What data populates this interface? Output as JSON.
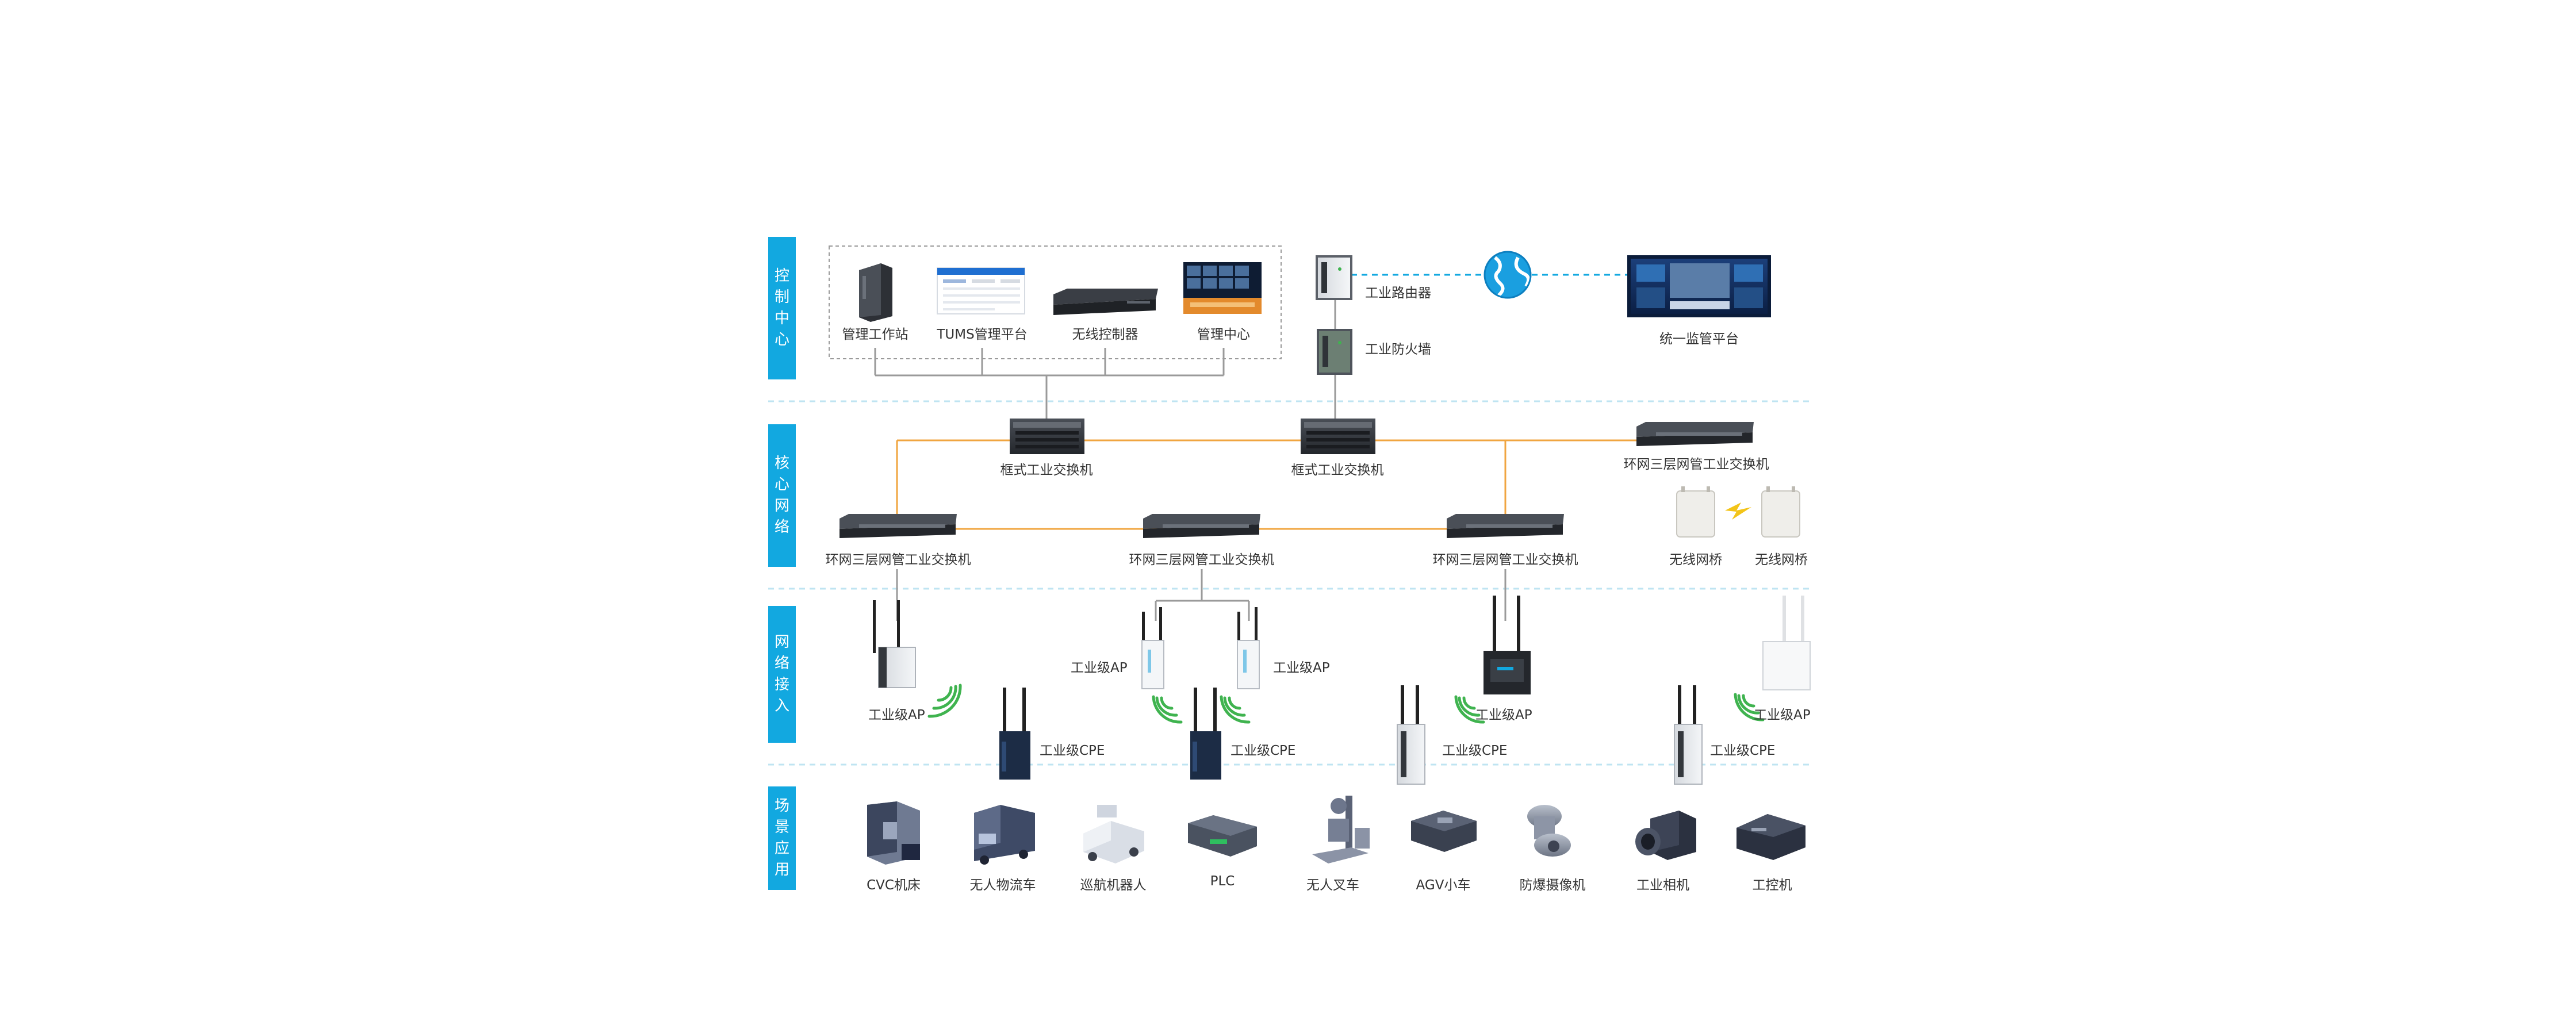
{
  "sections": {
    "control": [
      "控",
      "制",
      "中",
      "心"
    ],
    "core": [
      "核",
      "心",
      "网",
      "络"
    ],
    "access": [
      "网",
      "络",
      "接",
      "入"
    ],
    "scene": [
      "场",
      "景",
      "应",
      "用"
    ]
  },
  "control_center": {
    "workstation": "管理工作站",
    "tums": "TUMS管理平台",
    "wireless_controller": "无线控制器",
    "management_center": "管理中心"
  },
  "edge": {
    "router": "工业路由器",
    "firewall": "工业防火墙",
    "monitor_platform": "统一监管平台"
  },
  "core": {
    "chassis_switch_1": "框式工业交换机",
    "chassis_switch_2": "框式工业交换机",
    "ring_switch_top": "环网三层网管工业交换机",
    "ring_switch_left": "环网三层网管工业交换机",
    "ring_switch_mid": "环网三层网管工业交换机",
    "ring_switch_right": "环网三层网管工业交换机",
    "bridge_1": "无线网桥",
    "bridge_2": "无线网桥"
  },
  "access": {
    "ap_1": "工业级AP",
    "ap_2": "工业级AP",
    "ap_3": "工业级AP",
    "ap_4": "工业级AP",
    "ap_5": "工业级AP",
    "cpe_1": "工业级CPE",
    "cpe_2": "工业级CPE",
    "cpe_3": "工业级CPE",
    "cpe_4": "工业级CPE"
  },
  "scenes": [
    "CVC机床",
    "无人物流车",
    "巡航机器人",
    "PLC",
    "无人叉车",
    "AGV小车",
    "防爆摄像机",
    "工业相机",
    "工控机"
  ],
  "colors": {
    "section_band": "#12a8e0",
    "ring_link": "#f0a540",
    "gray_link": "#9a9a9a",
    "dashed_divider": "#bfe4f2",
    "wifi": "#3fb34f",
    "globe": "#1a9fe0"
  },
  "icons": {
    "globe": "globe-icon",
    "lightning": "lightning-icon",
    "wifi": "wifi-signal-icon"
  }
}
